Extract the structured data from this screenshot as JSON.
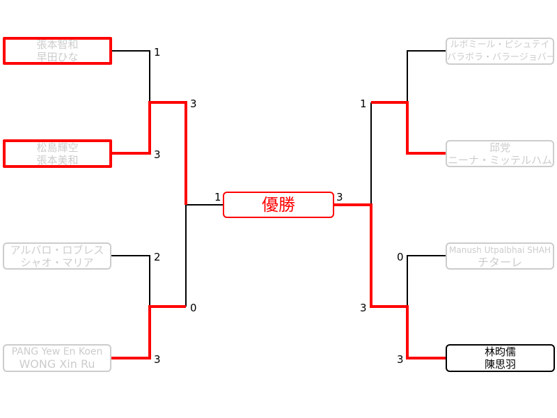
{
  "title": "優勝",
  "left": [
    {
      "p1": "張本智和",
      "p2": "早田ひな",
      "score": "1"
    },
    {
      "p1": "松島輝空",
      "p2": "張本美和",
      "score": "3"
    },
    {
      "p1": "アルバロ・ロブレス",
      "p2": "シャオ・マリア",
      "score": "2"
    },
    {
      "p1": "PANG Yew En Koen",
      "p2": "WONG Xin Ru",
      "score": "3"
    }
  ],
  "left_semis": [
    "3",
    "0"
  ],
  "left_final": "1",
  "right": [
    {
      "p1": "ルボミール・ピシュテイ",
      "p2": "バラボラ・バラージョバー",
      "score": ""
    },
    {
      "p1": "邱党",
      "p2": "ニーナ・ミッテルハム",
      "score": ""
    },
    {
      "p1": "Manush Utpalbhai SHAH",
      "p2": "チターレ",
      "score": "0"
    },
    {
      "p1": "林昀儒",
      "p2": "陳思羽",
      "score": "3"
    }
  ],
  "right_semis": [
    "1",
    "3"
  ],
  "right_final": "3",
  "colors": {
    "win": "#ff0000",
    "line": "#000000",
    "loser": "#cccccc"
  }
}
